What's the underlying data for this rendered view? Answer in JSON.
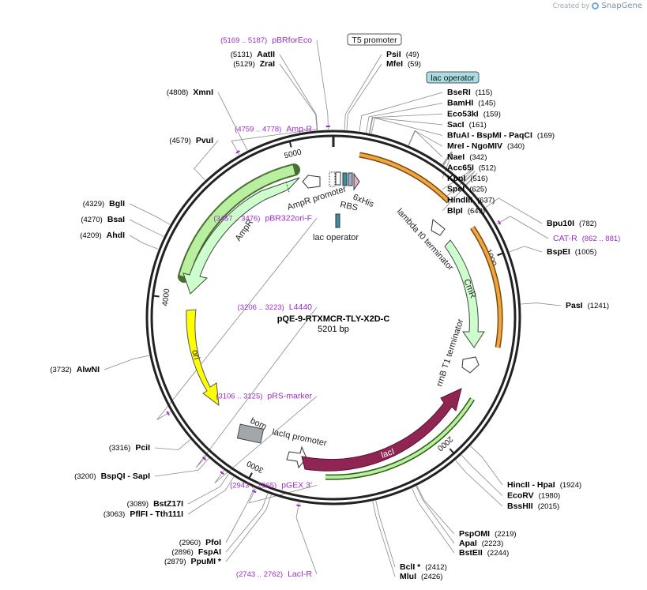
{
  "credit": {
    "prefix": "Created by",
    "brand": "SnapGene",
    "icon": "snapgene-logo-icon"
  },
  "plasmid": {
    "name": "pQE-9-RTXMCR-TLY-X2D-C",
    "length_label": "5201 bp",
    "length": 5201
  },
  "colors": {
    "site": "#000000",
    "primer": "#9a2fc4",
    "backbone": "#222222",
    "amp": "#ccffcc",
    "ori": "#ffff00",
    "cat": "#e8a23a",
    "laci": "#8e2552",
    "bom": "#a3a6aa"
  },
  "ticks": [
    {
      "label": "1000",
      "bp": 1000
    },
    {
      "label": "2000",
      "bp": 2000
    },
    {
      "label": "3000",
      "bp": 3000
    },
    {
      "label": "4000",
      "bp": 4000
    },
    {
      "label": "5000",
      "bp": 5000
    }
  ],
  "sites_right": [
    {
      "name": "PsiI",
      "pos": "(49)",
      "bp": 49
    },
    {
      "name": "MfeI",
      "pos": "(59)",
      "bp": 59
    },
    {
      "name": "BseRI",
      "pos": "(115)",
      "bp": 115
    },
    {
      "name": "BamHI",
      "pos": "(145)",
      "bp": 145
    },
    {
      "name": "Eco53kI",
      "pos": "(159)",
      "bp": 159
    },
    {
      "name": "SacI",
      "pos": "(161)",
      "bp": 161
    },
    {
      "name": "BfuAI - BspMI - PaqCI",
      "pos": "(169)",
      "bp": 169
    },
    {
      "name": "MreI - NgoMIV",
      "pos": "(340)",
      "bp": 340
    },
    {
      "name": "NaeI",
      "pos": "(342)",
      "bp": 342
    },
    {
      "name": "Acc65I",
      "pos": "(512)",
      "bp": 512
    },
    {
      "name": "KpnI",
      "pos": "(516)",
      "bp": 516
    },
    {
      "name": "SpeI",
      "pos": "(625)",
      "bp": 625
    },
    {
      "name": "HindIII",
      "pos": "(637)",
      "bp": 637
    },
    {
      "name": "BlpI",
      "pos": "(649)",
      "bp": 649
    },
    {
      "name": "Bpu10I",
      "pos": "(782)",
      "bp": 782
    },
    {
      "name": "BspEI",
      "pos": "(1005)",
      "bp": 1005
    },
    {
      "name": "PasI",
      "pos": "(1241)",
      "bp": 1241
    },
    {
      "name": "HincII - HpaI",
      "pos": "(1924)",
      "bp": 1924
    },
    {
      "name": "EcoRV",
      "pos": "(1980)",
      "bp": 1980
    },
    {
      "name": "BssHII",
      "pos": "(2015)",
      "bp": 2015
    },
    {
      "name": "PspOMI",
      "pos": "(2219)",
      "bp": 2219
    },
    {
      "name": "ApaI",
      "pos": "(2223)",
      "bp": 2223
    },
    {
      "name": "BstEII",
      "pos": "(2244)",
      "bp": 2244
    },
    {
      "name": "BclI *",
      "pos": "(2412)",
      "bp": 2412
    },
    {
      "name": "MluI",
      "pos": "(2426)",
      "bp": 2426
    }
  ],
  "sites_left": [
    {
      "name": "AatII",
      "pos": "(5131)",
      "bp": 5131
    },
    {
      "name": "ZraI",
      "pos": "(5129)",
      "bp": 5129
    },
    {
      "name": "XmnI",
      "pos": "(4808)",
      "bp": 4808
    },
    {
      "name": "PvuI",
      "pos": "(4579)",
      "bp": 4579
    },
    {
      "name": "BglI",
      "pos": "(4329)",
      "bp": 4329
    },
    {
      "name": "BsaI",
      "pos": "(4270)",
      "bp": 4270
    },
    {
      "name": "AhdI",
      "pos": "(4209)",
      "bp": 4209
    },
    {
      "name": "AlwNI",
      "pos": "(3732)",
      "bp": 3732
    },
    {
      "name": "PciI",
      "pos": "(3316)",
      "bp": 3316
    },
    {
      "name": "BspQI - SapI",
      "pos": "(3200)",
      "bp": 3200
    },
    {
      "name": "BstZ17I",
      "pos": "(3089)",
      "bp": 3089
    },
    {
      "name": "PflFI - Tth111I",
      "pos": "(3063)",
      "bp": 3063
    },
    {
      "name": "PfoI",
      "pos": "(2960)",
      "bp": 2960
    },
    {
      "name": "FspAI",
      "pos": "(2896)",
      "bp": 2896
    },
    {
      "name": "PpuMI *",
      "pos": "(2879)",
      "bp": 2879
    }
  ],
  "primers_right": [
    {
      "name": "CAT-R",
      "pos": "(862 .. 881)",
      "bp": 870
    }
  ],
  "primers_left": [
    {
      "name": "pBRforEco",
      "pos": "(5169 .. 5187)",
      "bp": 5178
    },
    {
      "name": "Amp-R",
      "pos": "(4759 .. 4778)",
      "bp": 4768
    },
    {
      "name": "pBR322ori-F",
      "pos": "(3457 .. 3476)",
      "bp": 3466
    },
    {
      "name": "L4440",
      "pos": "(3206 .. 3223)",
      "bp": 3214
    },
    {
      "name": "pRS-marker",
      "pos": "(3106 .. 3125)",
      "bp": 3115
    },
    {
      "name": "pGEX 3'",
      "pos": "(2943 .. 2965)",
      "bp": 2954
    },
    {
      "name": "LacI-R",
      "pos": "(2743 .. 2762)",
      "bp": 2752
    }
  ],
  "boxed_features": [
    {
      "name": "T5 promoter",
      "bp": 10,
      "fill": "#ffffff"
    },
    {
      "name": "lac operator",
      "bp": 80,
      "fill": "#a9dde6"
    }
  ],
  "inner_labels": [
    {
      "name": "AmpR promoter"
    },
    {
      "name": "RBS"
    },
    {
      "name": "6xHis"
    },
    {
      "name": "lac operator"
    },
    {
      "name": "AmpR"
    },
    {
      "name": "lambda t0 terminator"
    },
    {
      "name": "CmR"
    },
    {
      "name": "rrnB T1 terminator"
    },
    {
      "name": "ori"
    },
    {
      "name": "bom"
    },
    {
      "name": "lacIq promoter"
    },
    {
      "name": "lacI"
    }
  ]
}
